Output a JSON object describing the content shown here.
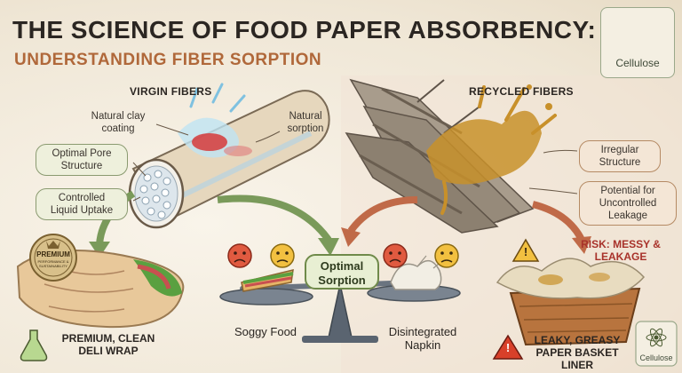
{
  "header": {
    "title": "THE SCIENCE OF FOOD PAPER ABSORBENCY:",
    "subtitle": "UNDERSTANDING FIBER SORPTION"
  },
  "brand": {
    "top_label": "Cellulose",
    "bottom_label": "Cellulose"
  },
  "left": {
    "heading": "VIRGIN FIBERS",
    "callouts": {
      "clay": "Natural clay coating",
      "sorption": "Natural sorption",
      "pore": "Optimal Pore Structure",
      "uptake": "Controlled Liquid Uptake"
    },
    "badge": "PREMIUM",
    "badge_small": "PERFORMANCE & SUSTAINABILITY",
    "result": "PREMIUM, CLEAN DELI WRAP"
  },
  "right": {
    "heading": "RECYCLED FIBERS",
    "callouts": {
      "irregular": "Irregular Structure",
      "leakage": "Potential for Uncontrolled Leakage"
    },
    "risk": "RISK: MESSY & LEAKAGE",
    "result": "LEAKY, GREASY PAPER BASKET LINER",
    "warning_mark": "!"
  },
  "center": {
    "optimal": "Optimal Sorption",
    "soggy": "Soggy Food",
    "napkin": "Disintegrated Napkin"
  },
  "colors": {
    "green_arrow": "#7a9a5a",
    "red_arrow": "#c06a48",
    "title": "#2b2622",
    "subtitle": "#b0683a",
    "risk": "#a8322a",
    "grease": "#c8902a"
  }
}
